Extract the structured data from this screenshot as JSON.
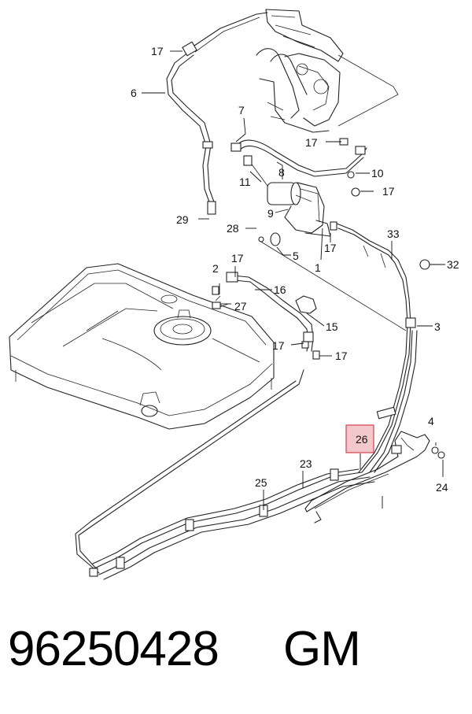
{
  "callouts": [
    "17",
    "6",
    "7",
    "17",
    "8",
    "10",
    "11",
    "17",
    "9",
    "29",
    "28",
    "33",
    "17",
    "5",
    "32",
    "1",
    "17",
    "2",
    "16",
    "27",
    "15",
    "17",
    "17",
    "3",
    "26",
    "4",
    "23",
    "25",
    "24"
  ],
  "highlighted_callout": "3",
  "colors": {
    "highlight_fill": "#f3c8cc",
    "highlight_stroke": "#d8404c",
    "line": "#222222"
  },
  "footer": {
    "part_number": "96250428",
    "brand": "GM"
  }
}
